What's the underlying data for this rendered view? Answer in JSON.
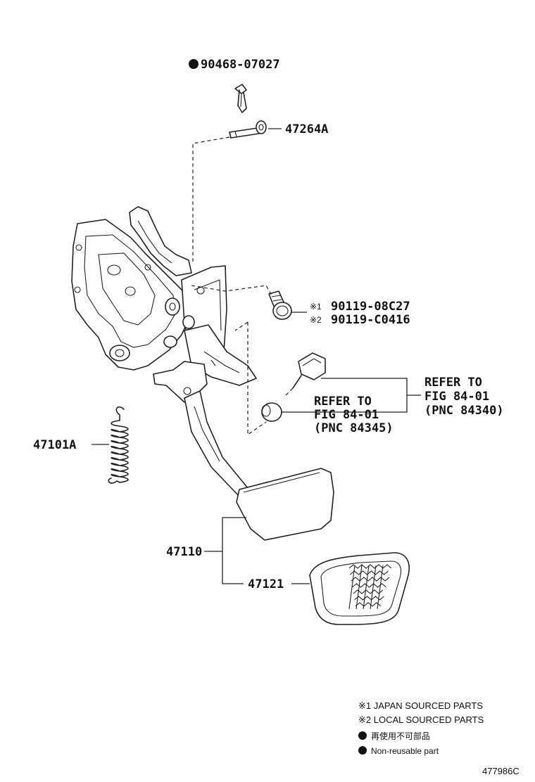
{
  "parts": {
    "clip": "90468-07027",
    "pin": "47264A",
    "bolt_japan": "90119-08C27",
    "bolt_local": "90119-C0416",
    "spring": "47101A",
    "pedal": "47110",
    "pad": "47121"
  },
  "marks": {
    "note1": "※1",
    "note2": "※2"
  },
  "refer_right": {
    "line1": "REFER TO",
    "line2": "FIG 84-01",
    "line3": "(PNC 84340)"
  },
  "refer_left": {
    "line1": "REFER TO",
    "line2": "FIG 84-01",
    "line3": "(PNC 84345)"
  },
  "legend": {
    "japan": "※1 JAPAN SOURCED PARTS",
    "local": "※2 LOCAL SOURCED PARTS",
    "non_reusable_jp": "再使用不可部品",
    "non_reusable_en": "Non-reusable part"
  },
  "figure_code": "477986C"
}
